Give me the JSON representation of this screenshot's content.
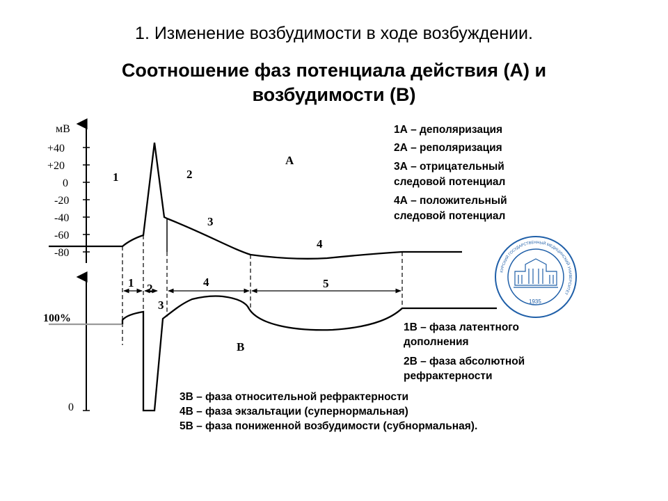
{
  "slide": {
    "title": "1. Изменение возбудимости в ходе возбуждении.",
    "heading_line1": "Соотношение фаз потенциала действия (А) и",
    "heading_line2": "возбудимости (В)"
  },
  "graph_a": {
    "unit_label": "мВ",
    "tick_labels": [
      "+40",
      "+20",
      "0",
      "-20",
      "-40",
      "-60",
      "-80"
    ],
    "curve_label": "А",
    "phase_numbers": [
      "1",
      "2",
      "3",
      "4"
    ]
  },
  "graph_b": {
    "tick_labels": [
      "100%",
      "0"
    ],
    "curve_label": "В",
    "phase_numbers": [
      "1",
      "2",
      "3",
      "4",
      "5"
    ]
  },
  "legend_a": [
    "1А – деполяризация",
    "2А – реполяризация",
    "3А – отрицательный",
    "следовой потенциал",
    "4А – положительный",
    "следовой потенциал"
  ],
  "legend_b_right": [
    "1В – фаза латентного",
    "дополнения",
    "2В – фаза абсолютной",
    "рефрактерности"
  ],
  "legend_b_bottom": [
    "3В – фаза относительной рефрактерности",
    "4В – фаза экзальтации (супернормальная)",
    "5В – фаза пониженной возбудимости (субнормальная)."
  ],
  "logo": {
    "year": "1935",
    "ring_text": "КУРСКИЙ ГОСУДАРСТВЕННЫЙ МЕДИЦИНСКИЙ УНИВЕРСИТЕТ",
    "color": "#1f5fa8"
  }
}
